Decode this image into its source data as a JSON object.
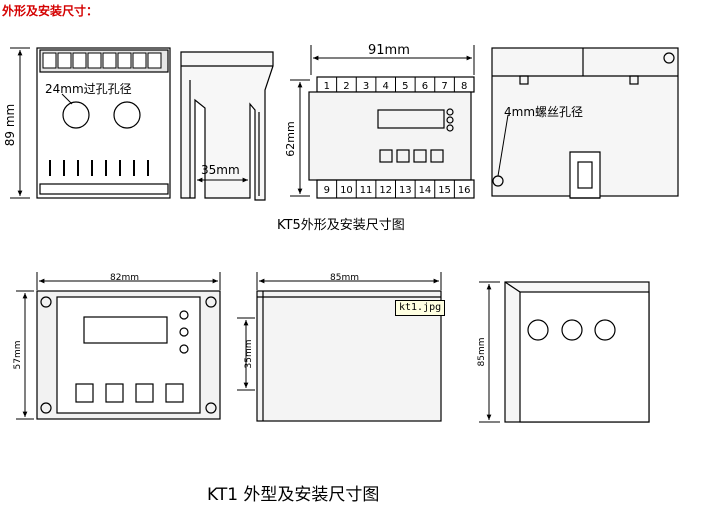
{
  "header": "外形及安装尺寸：",
  "kt5": {
    "caption": "KT5外形及安装尺寸图",
    "height_label": "89 mm",
    "hole_label": "24mm过孔孔径",
    "depth_label": "35mm",
    "width_label": "91mm",
    "front_height_label": "62mm",
    "screw_label": "4mm螺丝孔径",
    "terminals_top": [
      "1",
      "2",
      "3",
      "4",
      "5",
      "6",
      "7",
      "8"
    ],
    "terminals_bottom": [
      "9",
      "10",
      "11",
      "12",
      "13",
      "14",
      "15",
      "16"
    ]
  },
  "kt1": {
    "caption": "KT1 外型及安装尺寸图",
    "width_label": "82mm",
    "height_label": "57mm",
    "side_width_label": "85mm",
    "side_height_label": "35mm",
    "back_height_label": "85mm"
  },
  "tooltip": "kt1.jpg"
}
